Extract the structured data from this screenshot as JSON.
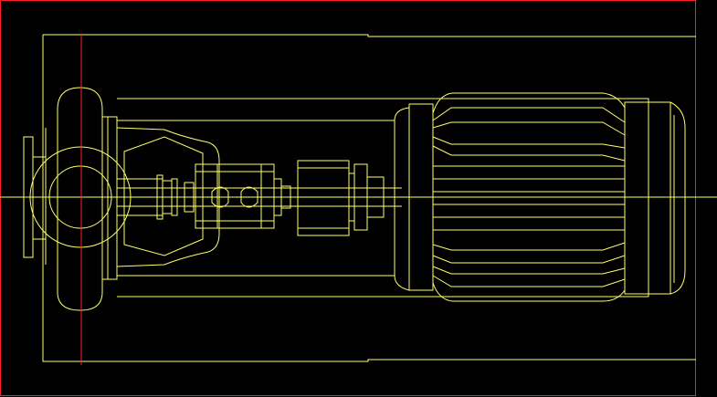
{
  "canvas": {
    "background": "#000000",
    "line_color": "#ffff66",
    "axis_color": "#ff2020",
    "frame_color": "#ff2020"
  },
  "drawing": {
    "subject": "pump-motor-assembly-plan-view",
    "components": [
      "base-frame",
      "pump-casing",
      "bearing-bracket",
      "coupling",
      "shaft-seal",
      "motor"
    ]
  }
}
